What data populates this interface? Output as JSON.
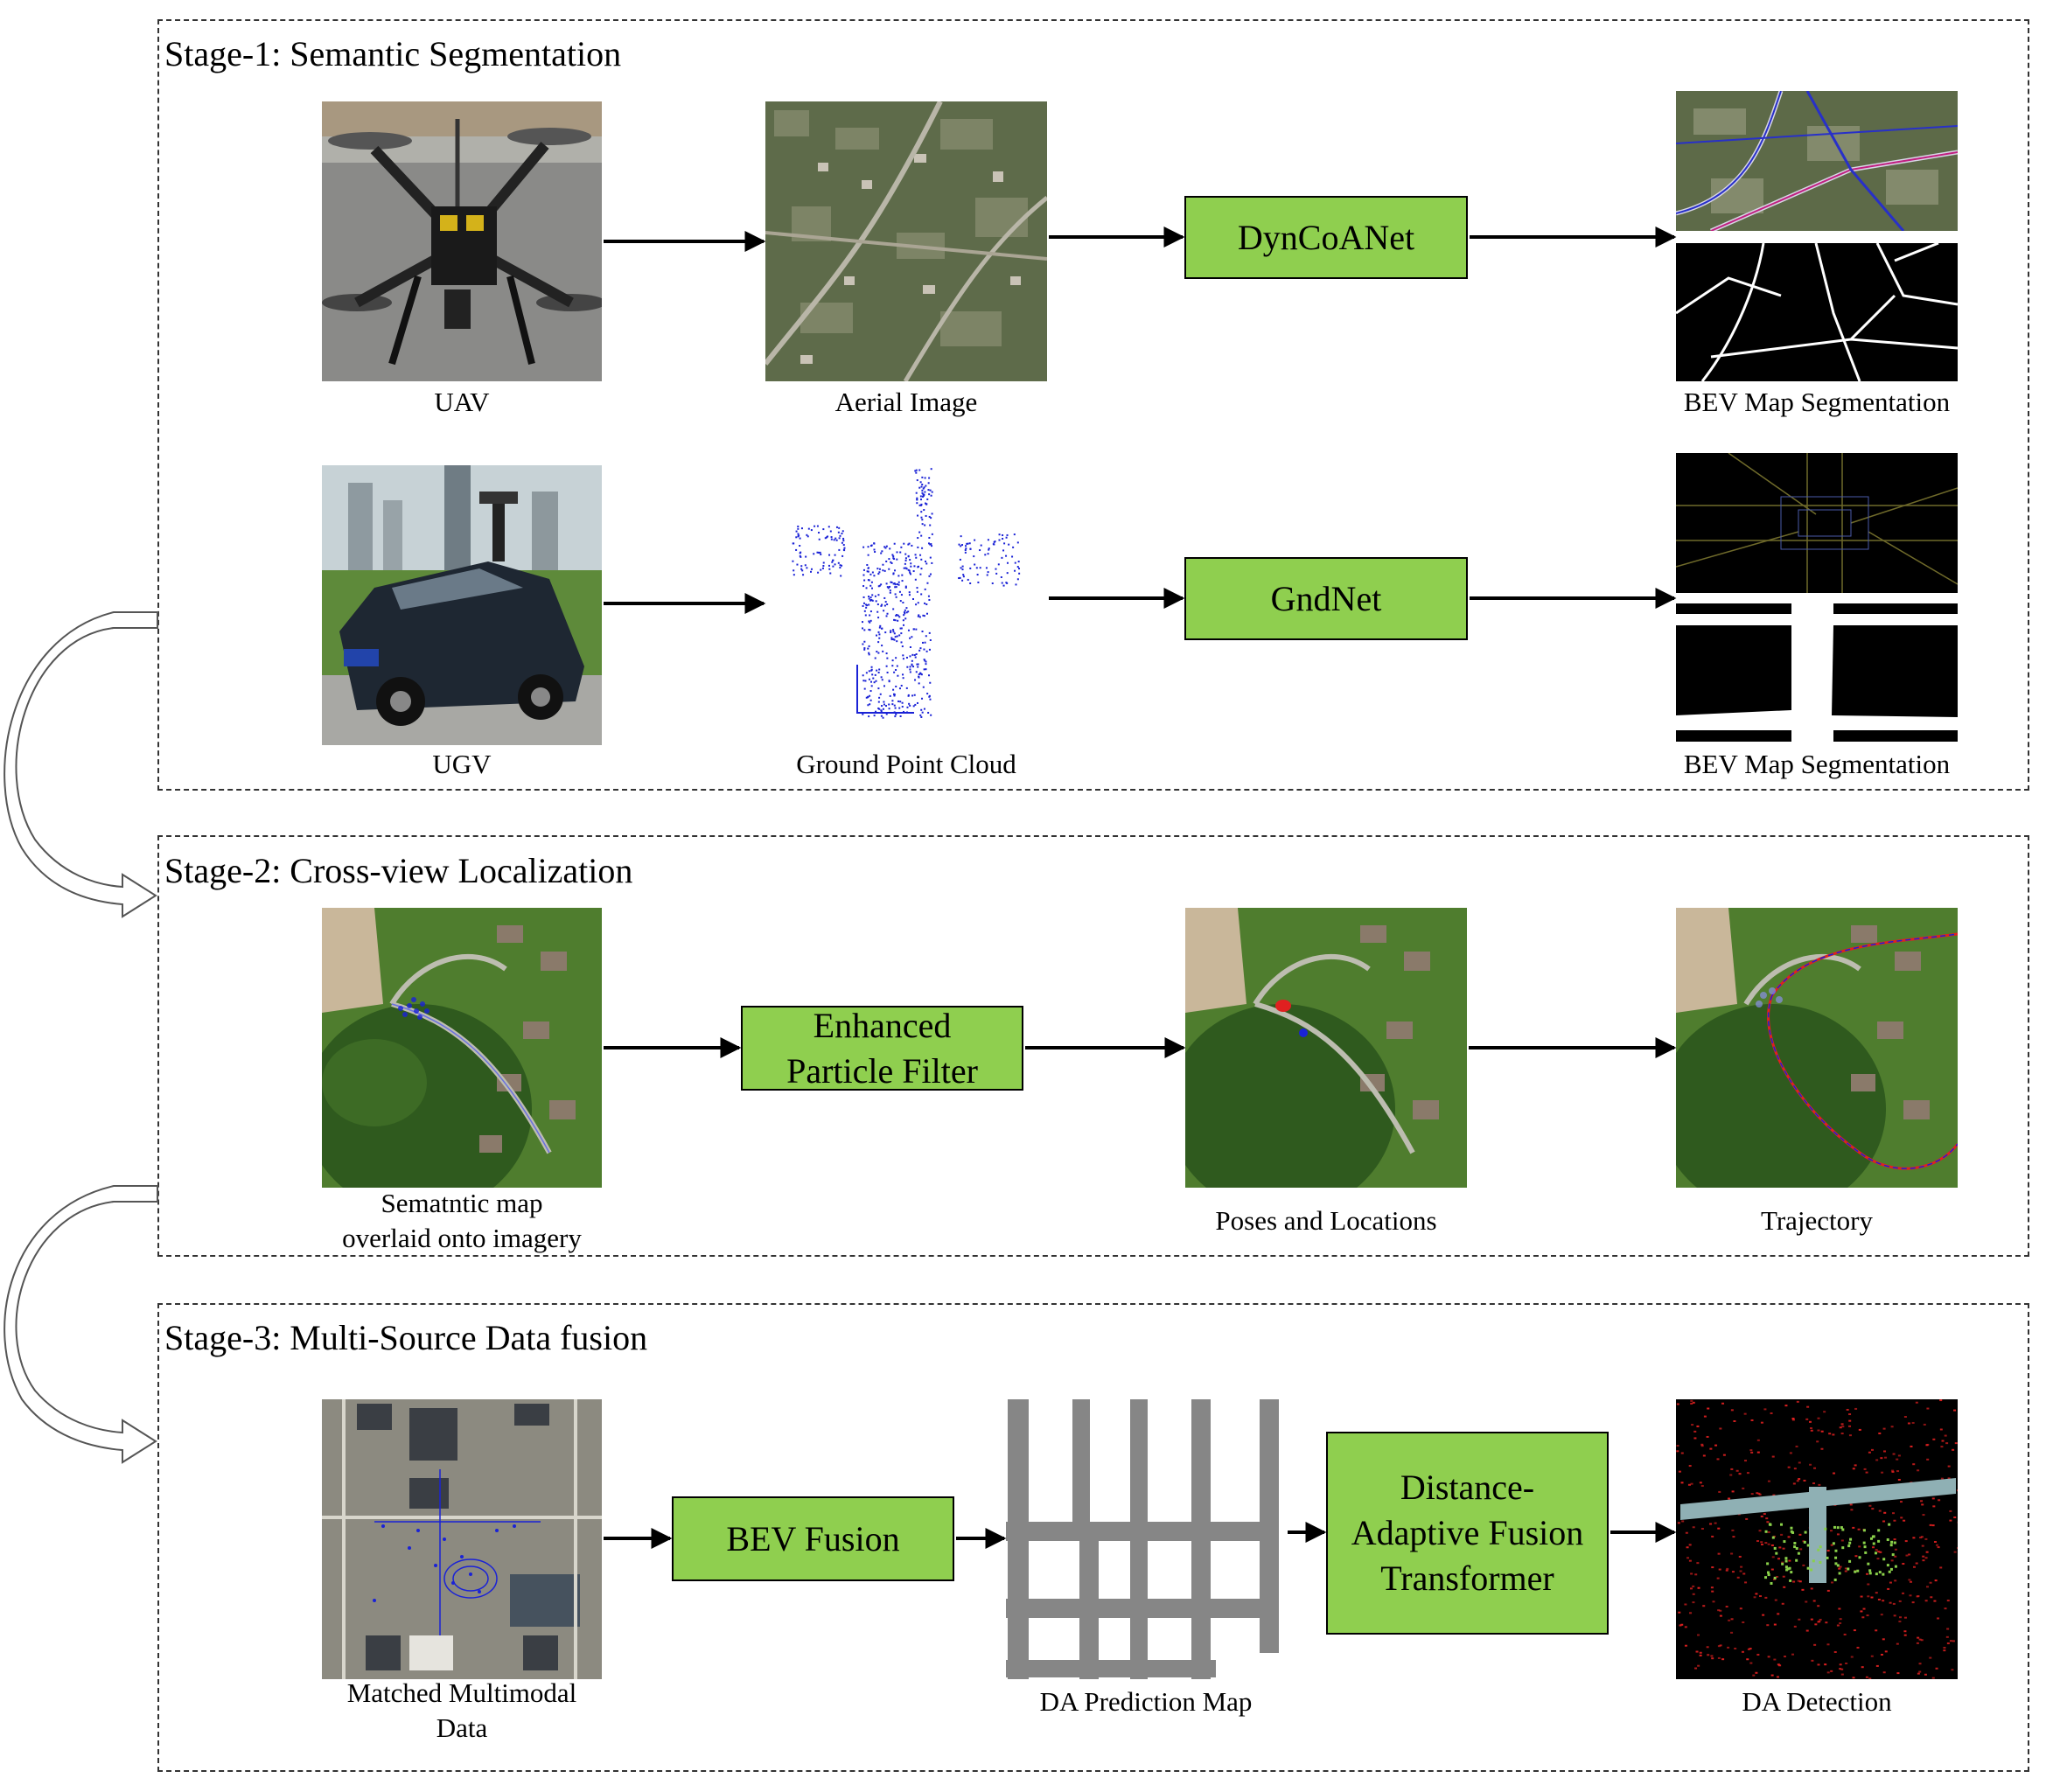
{
  "stages": [
    {
      "title": "Stage-1: Semantic Segmentation"
    },
    {
      "title": "Stage-2: Cross-view Localization"
    },
    {
      "title": "Stage-3: Multi-Source Data fusion"
    }
  ],
  "stage1": {
    "row1": {
      "platform": "UAV",
      "input": "Aerial Image",
      "model": "DynCoANet",
      "output": "BEV Map Segmentation"
    },
    "row2": {
      "platform": "UGV",
      "input": "Ground Point Cloud",
      "model": "GndNet",
      "output": "BEV Map Segmentation"
    }
  },
  "stage2": {
    "input_line1": "Sematntic map",
    "input_line2": "overlaid onto imagery",
    "method_line1": "Enhanced",
    "method_line2": "Particle Filter",
    "poses": "Poses and Locations",
    "trajectory": "Trajectory"
  },
  "stage3": {
    "input_line1": "Matched Multimodal",
    "input_line2": "Data",
    "fusion": "BEV Fusion",
    "prediction": "DA Prediction Map",
    "transformer_line1": "Distance-",
    "transformer_line2": "Adaptive Fusion",
    "transformer_line3": "Transformer",
    "detection": "DA Detection"
  },
  "colors": {
    "box_fill": "#8fcf4f",
    "border": "#000000",
    "point_blue": "#1a22d6",
    "point_red": "#e02020"
  }
}
